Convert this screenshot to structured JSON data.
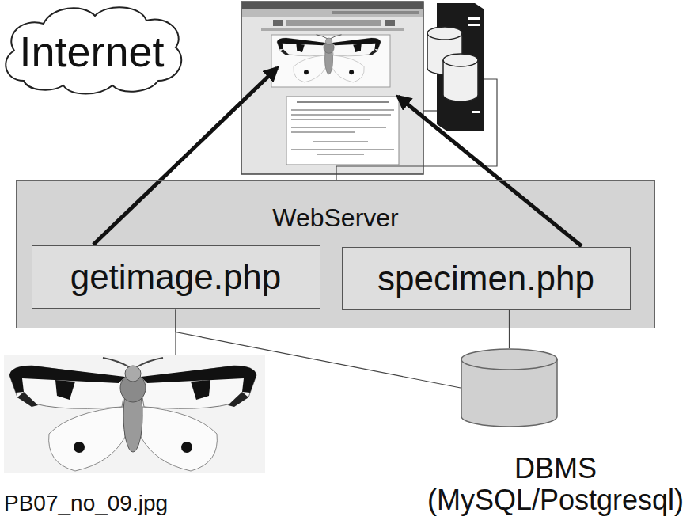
{
  "diagram": {
    "nodes": [
      {
        "text": [
          "Internet"
        ]
      },
      {
        "text": [
          "WebServer"
        ]
      },
      {
        "text": [
          "getimage.php"
        ],
        "in": 1
      },
      {
        "text": [
          "specimen.php"
        ],
        "in": 1
      },
      {
        "text": [
          "DBMS (MySQL/Postgresql)"
        ]
      }
    ],
    "edges": [
      {
        "from": 2,
        "to": 4,
        "arrow": "none"
      },
      {
        "from": 3,
        "to": 4,
        "arrow": "none"
      }
    ],
    "labels": [
      "PB07_no_09.jpg"
    ]
  }
}
